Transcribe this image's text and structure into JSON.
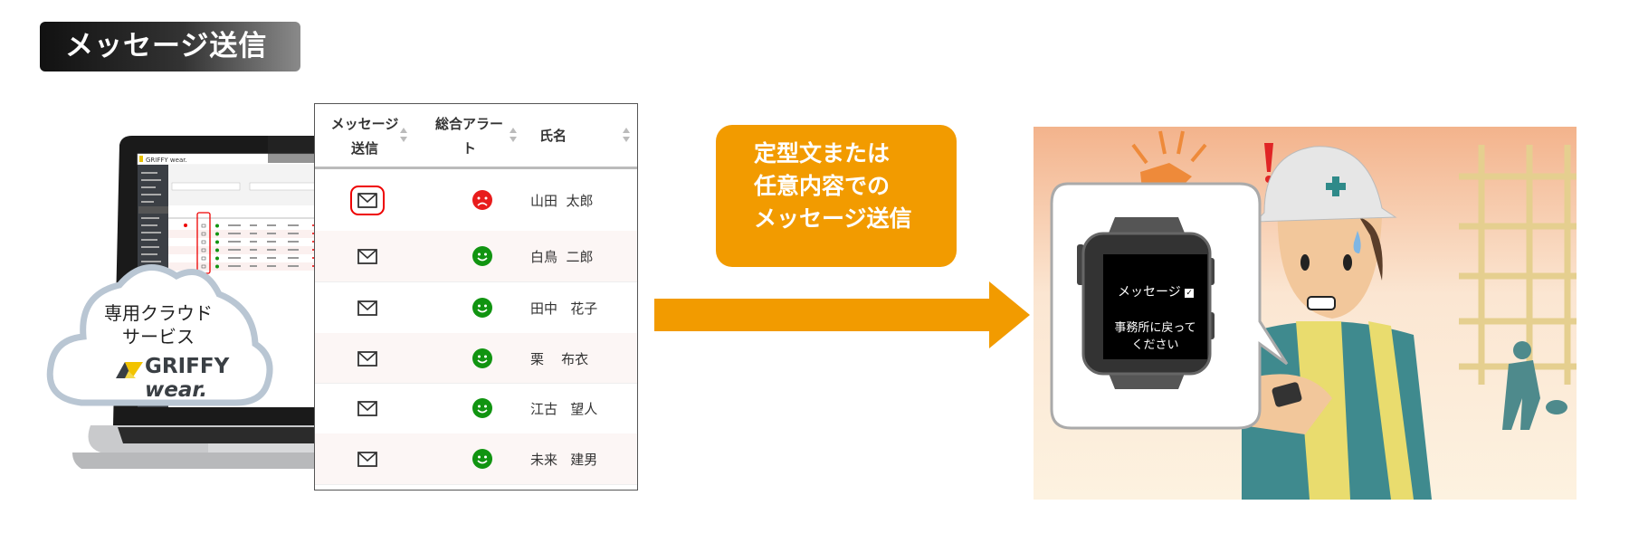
{
  "title": "メッセージ送信",
  "cloud": {
    "line1": "専用クラウド",
    "line2": "サービス",
    "logo_brand": "GRIFFY",
    "logo_suffix": "wear."
  },
  "table": {
    "headers": [
      {
        "label_line1": "メッセージ",
        "label_line2": "送信"
      },
      {
        "label_line1": "総合アラー",
        "label_line2": "ト"
      },
      {
        "label_line1": "氏名"
      }
    ],
    "rows": [
      {
        "alert": "bad",
        "name": "山田  太郎",
        "selected": true
      },
      {
        "alert": "ok",
        "name": "白鳥  二郎"
      },
      {
        "alert": "ok",
        "name": "田中   花子"
      },
      {
        "alert": "ok",
        "name": "栗    布衣"
      },
      {
        "alert": "ok",
        "name": "江古   望人"
      },
      {
        "alert": "ok",
        "name": "未来   建男"
      }
    ]
  },
  "callout": {
    "line1": "定型文または",
    "line2": "任意内容での",
    "line3": "メッセージ送信"
  },
  "watch": {
    "header": "メッセージ",
    "message_line1": "事務所に戻って",
    "message_line2": "ください"
  },
  "colors": {
    "accent": "#f29b00",
    "alert_ok": "#119411",
    "alert_bad": "#e81c1c",
    "select_outline": "#e00000"
  }
}
